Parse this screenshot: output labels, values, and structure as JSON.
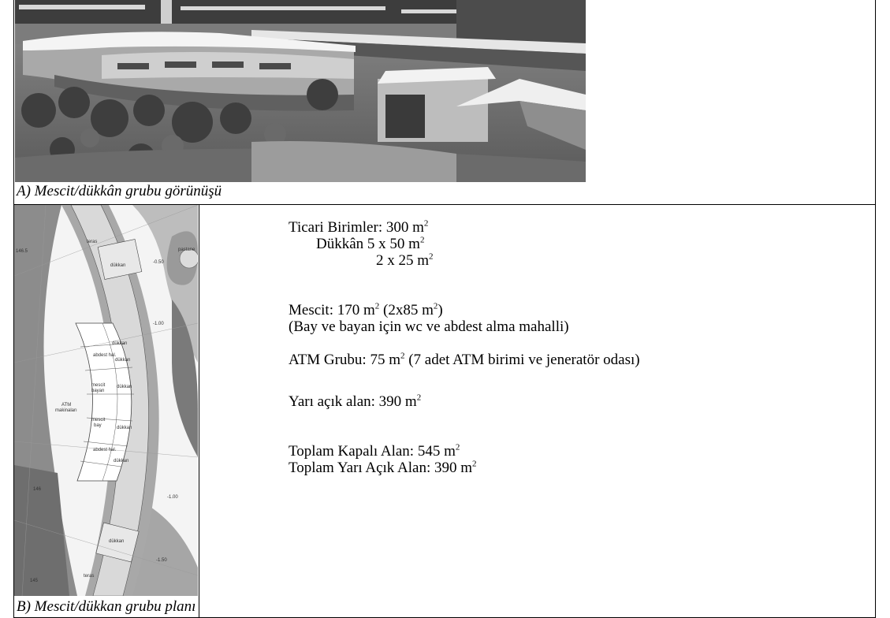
{
  "caption_a": "A) Mescit/dükkân grubu görünüşü",
  "caption_b": "B) Mescit/dükkan grubu planı",
  "plan_labels": {
    "elev_146_5": "146.5",
    "elev_146": "146",
    "elev_145": "145",
    "teras": "teras",
    "dukkan": "dükkan",
    "pastane": "pastane",
    "minus_050": "-0.50",
    "minus_100": "-1.00",
    "minus_150": "-1.50",
    "mescit": "mescit",
    "bayan": "bayan",
    "bay": "bay",
    "atm": "ATM",
    "makinalari": "makinaları",
    "abdest": "abdest hal."
  },
  "info": {
    "ticari": "Ticari Birimler: 300 m",
    "dukkan_line1": "Dükkân  5 x 50 m",
    "dukkan_line2": "2 x 25 m",
    "mescit": "Mescit: 170 m",
    "mescit_paren_a": " (2x85 m",
    "mescit_paren_b": ")",
    "mescit_note": "(Bay ve bayan için wc ve abdest alma mahalli)",
    "atm": "ATM Grubu: 75 m",
    "atm_note": " (7 adet ATM birimi ve jeneratör odası)",
    "yari_acik": "Yarı açık alan: 390  m",
    "toplam_kapali": "Toplam Kapalı Alan: 545 m",
    "toplam_yari_acik": "Toplam Yarı Açık Alan: 390 m",
    "superscript": "2"
  }
}
